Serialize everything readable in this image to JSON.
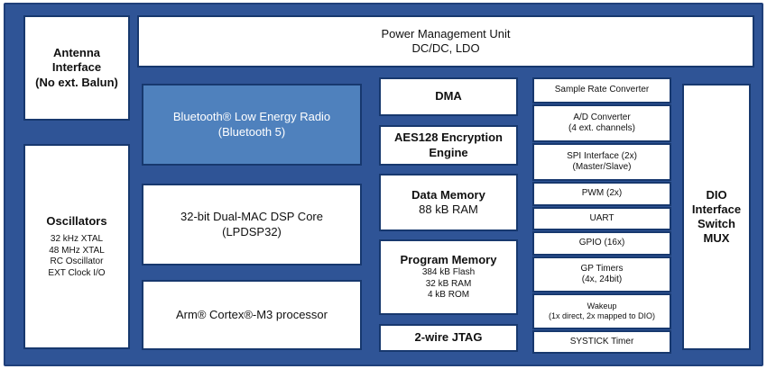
{
  "antenna": {
    "lines": [
      "Antenna",
      "Interface",
      "(No ext. Balun)"
    ]
  },
  "pmu": {
    "title": "Power Management Unit",
    "subtitle": "DC/DC, LDO"
  },
  "radio": {
    "line1": "Bluetooth® Low Energy Radio",
    "line2": "(Bluetooth 5)"
  },
  "oscillators": {
    "title": "Oscillators",
    "items": [
      "32 kHz XTAL",
      "48 MHz XTAL",
      "RC Oscillator",
      "EXT Clock I/O"
    ]
  },
  "dsp": {
    "line1": "32-bit Dual-MAC DSP Core",
    "line2": "(LPDSP32)"
  },
  "arm": {
    "label": "Arm® Cortex®-M3 processor"
  },
  "dma": {
    "label": "DMA"
  },
  "aes": {
    "line1": "AES128 Encryption",
    "line2": "Engine"
  },
  "data_memory": {
    "title": "Data Memory",
    "detail": "88 kB RAM"
  },
  "program_memory": {
    "title": "Program Memory",
    "details": [
      "384 kB Flash",
      "32 kB RAM",
      "4 kB ROM"
    ]
  },
  "jtag": {
    "label": "2-wire JTAG"
  },
  "peripherals": [
    {
      "lines": [
        "Sample Rate Converter"
      ]
    },
    {
      "lines": [
        "A/D Converter",
        "(4 ext. channels)"
      ]
    },
    {
      "lines": [
        "SPI Interface (2x)",
        "(Master/Slave)"
      ]
    },
    {
      "lines": [
        "PWM (2x)"
      ]
    },
    {
      "lines": [
        "UART"
      ]
    },
    {
      "lines": [
        "GPIO (16x)"
      ]
    },
    {
      "lines": [
        "GP Timers",
        "(4x, 24bit)"
      ]
    },
    {
      "lines": [
        "Wakeup",
        "(1x direct, 2x mapped to DIO)"
      ]
    },
    {
      "lines": [
        "SYSTICK Timer"
      ]
    }
  ],
  "dio": {
    "lines": [
      "DIO",
      "Interface",
      "Switch",
      "MUX"
    ]
  },
  "colors": {
    "frame": "#2f5496",
    "highlight": "#4f81bd",
    "block": "#ffffff",
    "border": "#17386e"
  }
}
